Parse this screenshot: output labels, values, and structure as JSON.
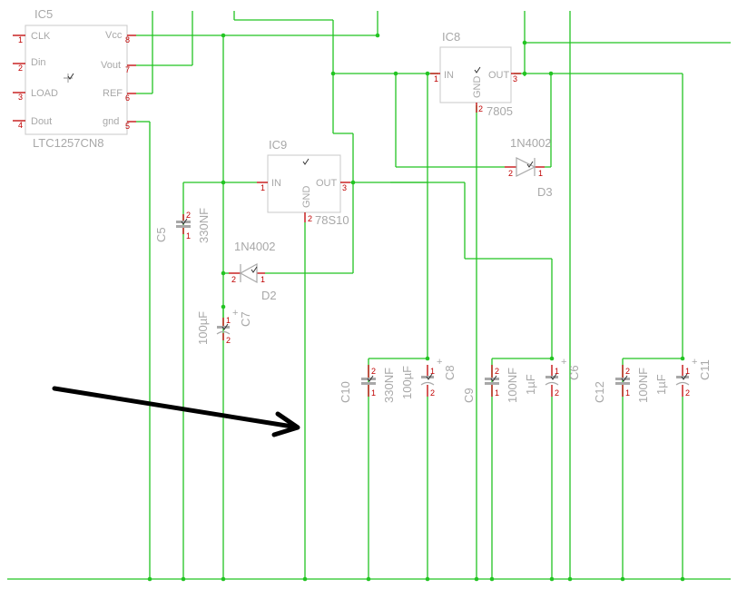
{
  "ic5": {
    "name": "IC5",
    "part": "LTC1257CN8",
    "pins": {
      "clk": "CLK",
      "din": "Din",
      "load": "LOAD",
      "dout": "Dout",
      "vcc": "Vcc",
      "vout": "Vout",
      "ref": "REF",
      "gnd": "gnd"
    },
    "pin_numbers": {
      "clk": "1",
      "din": "2",
      "load": "3",
      "dout": "4",
      "vcc": "8",
      "vout": "7",
      "ref": "6",
      "gnd": "5"
    }
  },
  "ic9": {
    "name": "IC9",
    "part": "78S10",
    "pins": {
      "in": "IN",
      "out": "OUT",
      "gnd": "GND"
    },
    "pin_numbers": {
      "in": "1",
      "out": "3",
      "gnd": "2"
    }
  },
  "ic8": {
    "name": "IC8",
    "part": "7805",
    "pins": {
      "in": "IN",
      "out": "OUT",
      "gnd": "GND"
    },
    "pin_numbers": {
      "in": "1",
      "out": "3",
      "gnd": "2"
    }
  },
  "diodes": {
    "d2": {
      "name": "D2",
      "part": "1N4002",
      "pin_a": "2",
      "pin_k": "1"
    },
    "d3": {
      "name": "D3",
      "part": "1N4002",
      "pin_a": "2",
      "pin_k": "1"
    }
  },
  "caps": {
    "c5": {
      "name": "C5",
      "value": "330NF",
      "p1": "2",
      "p2": "1"
    },
    "c7": {
      "name": "C7",
      "value": "100µF",
      "plus": "+",
      "p1": "1",
      "p2": "2"
    },
    "c10": {
      "name": "C10",
      "value": "330NF",
      "p1": "2",
      "p2": "1"
    },
    "c8": {
      "name": "C8",
      "value": "100µF",
      "plus": "+",
      "p1": "1",
      "p2": "2"
    },
    "c9": {
      "name": "C9",
      "value": "100NF",
      "p1": "2",
      "p2": "1"
    },
    "c6": {
      "name": "C6",
      "value": "1µF",
      "plus": "+",
      "p1": "1",
      "p2": "2"
    },
    "c12": {
      "name": "C12",
      "value": "100NF",
      "p1": "2",
      "p2": "1"
    },
    "c11": {
      "name": "C11",
      "value": "1µF",
      "plus": "+",
      "p1": "1",
      "p2": "2"
    }
  },
  "colors": {
    "wire": "#22c422",
    "pin": "#c00000",
    "component": "#a8a8a8",
    "arrow": "#000000"
  }
}
